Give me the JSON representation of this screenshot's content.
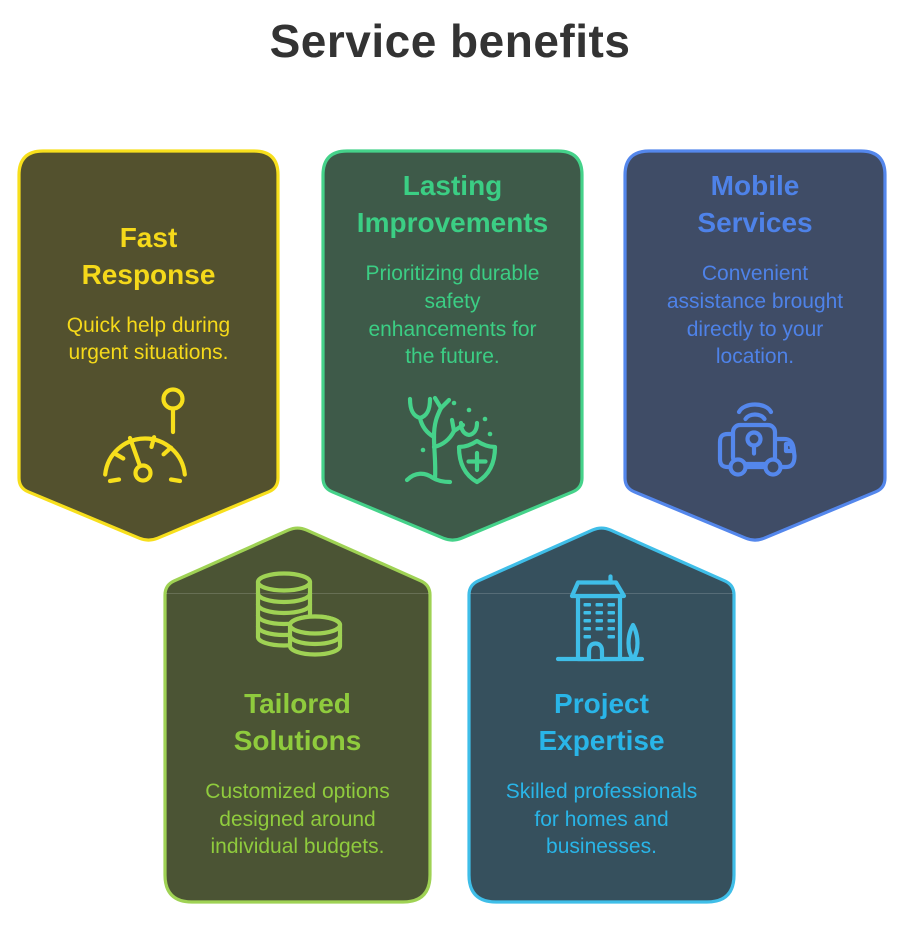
{
  "page": {
    "title": "Service benefits",
    "title_color": "#333333",
    "background": "#ffffff"
  },
  "cards": [
    {
      "id": "fast-response",
      "shape": "banner-pointing-down",
      "title": "Fast\nResponse",
      "description": "Quick help during\nurgent situations.",
      "icon": "gauge-icon",
      "colors": {
        "background": "#53512E",
        "border": "#F7DF1C",
        "text": "#F5D91A"
      }
    },
    {
      "id": "lasting-improvements",
      "shape": "banner-pointing-down",
      "title": "Lasting\nImprovements",
      "description": "Prioritizing durable\nsafety\nenhancements for\nthe future.",
      "icon": "tree-shield-icon",
      "colors": {
        "background": "#3E5A49",
        "border": "#45D28A",
        "text": "#3BCE84"
      }
    },
    {
      "id": "mobile-services",
      "shape": "banner-pointing-down",
      "title": "Mobile\nServices",
      "description": "Convenient\nassistance brought\ndirectly to your\nlocation.",
      "icon": "service-van-icon",
      "colors": {
        "background": "#3F4C66",
        "border": "#5487EC",
        "text": "#4E82E8"
      }
    },
    {
      "id": "tailored-solutions",
      "shape": "house-pointing-up",
      "title": "Tailored\nSolutions",
      "description": "Customized options\ndesigned around\nindividual budgets.",
      "icon": "coins-icon",
      "colors": {
        "background": "#4B5434",
        "border": "#9FD254",
        "text": "#8FCB3D"
      }
    },
    {
      "id": "project-expertise",
      "shape": "house-pointing-up",
      "title": "Project\nExpertise",
      "description": "Skilled professionals\nfor homes and\nbusinesses.",
      "icon": "building-icon",
      "colors": {
        "background": "#36505D",
        "border": "#3FBEE8",
        "text": "#29B5E8"
      }
    }
  ]
}
